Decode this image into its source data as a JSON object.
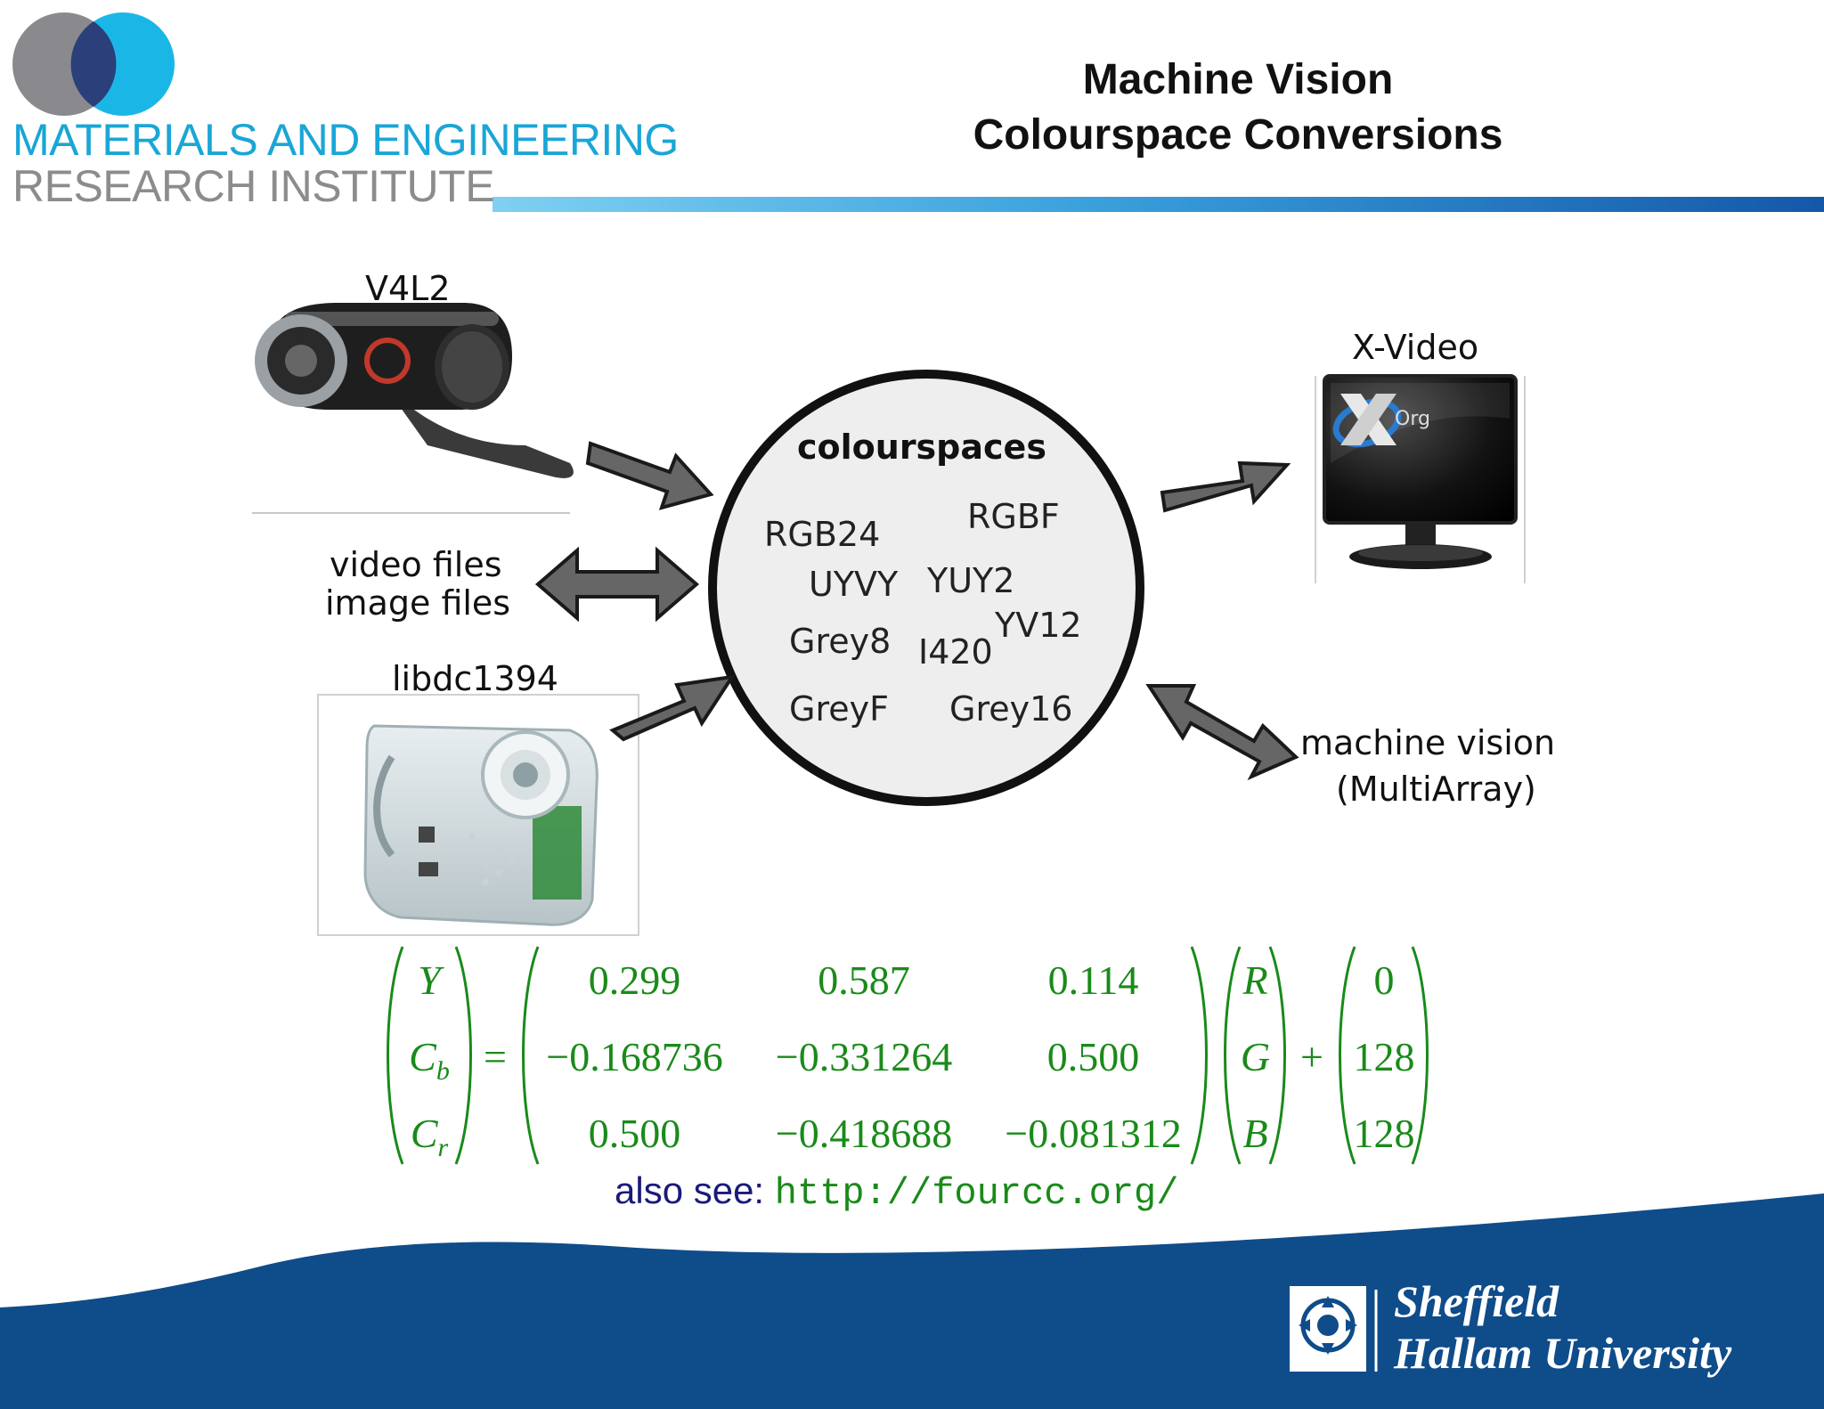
{
  "header": {
    "institute_line1": "MATERIALS AND ENGINEERING",
    "institute_line2": "RESEARCH INSTITUTE",
    "title_line1": "Machine Vision",
    "title_line2": "Colourspace Conversions",
    "colors": {
      "logo_grey": "#8a8a8e",
      "logo_blue": "#1ab7e6",
      "institute_blue": "#1aa6d6",
      "band_dark": "#1565b8"
    }
  },
  "diagram": {
    "center_title": "colourspaces",
    "formats": [
      "RGB24",
      "RGBF",
      "UYVY",
      "YUY2",
      "YV12",
      "Grey8",
      "I420",
      "GreyF",
      "Grey16"
    ],
    "sources": {
      "v4l2": "V4L2",
      "files_line1": "video files",
      "files_line2": "image files",
      "libdc": "libdc1394"
    },
    "sinks": {
      "xvideo": "X-Video",
      "xorg_logo_text": "Org",
      "mv_line1": "machine vision",
      "mv_line2": "(MultiArray)"
    }
  },
  "equation": {
    "lhs": [
      "Y",
      "C",
      "C"
    ],
    "lhs_sub": [
      "",
      "b",
      "r"
    ],
    "equals": "=",
    "matrix": [
      [
        "0.299",
        "0.587",
        "0.114"
      ],
      [
        "−0.168736",
        "−0.331264",
        "0.500"
      ],
      [
        "0.500",
        "−0.418688",
        "−0.081312"
      ]
    ],
    "rgb": [
      "R",
      "G",
      "B"
    ],
    "plus": "+",
    "offset": [
      "0",
      "128",
      "128"
    ],
    "color": "#1a8a1a"
  },
  "footer": {
    "also_see": "also see:",
    "url": "http://fourcc.org/",
    "university_line1": "Sheffield",
    "university_line2": "Hallam University",
    "band_color": "#0f4c8a"
  }
}
